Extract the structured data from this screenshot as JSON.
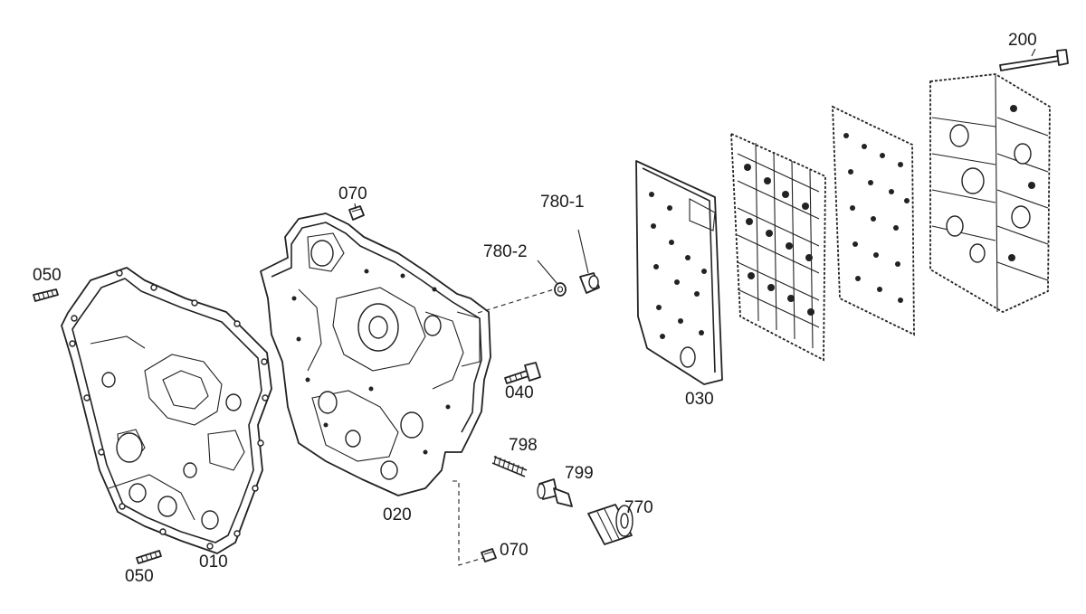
{
  "callouts": {
    "c050a": "050",
    "c050b": "050",
    "c010": "010",
    "c070a": "070",
    "c070b": "070",
    "c020": "020",
    "c7802": "780-2",
    "c7801": "780-1",
    "c040": "040",
    "c798": "798",
    "c799": "799",
    "c770": "770",
    "c030": "030",
    "c200": "200"
  }
}
